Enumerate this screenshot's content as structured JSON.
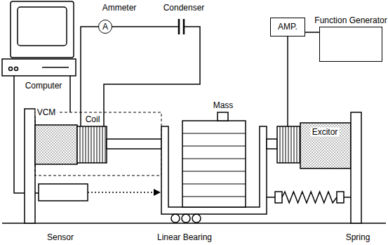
{
  "diagram": {
    "nodes": [
      {
        "text": [
          "A"
        ]
      },
      {
        "text": [
          "AMP."
        ]
      },
      {
        "text": [
          "Function Generator"
        ]
      }
    ],
    "edges": [
      {
        "from": 1,
        "to": 2,
        "arrow": "none"
      }
    ],
    "labels": [
      "Ammeter",
      "Condenser",
      "Computer",
      "VCM",
      "Coil",
      "Mass",
      "Excitor",
      "Sensor",
      "Linear Bearing",
      "Spring"
    ]
  }
}
